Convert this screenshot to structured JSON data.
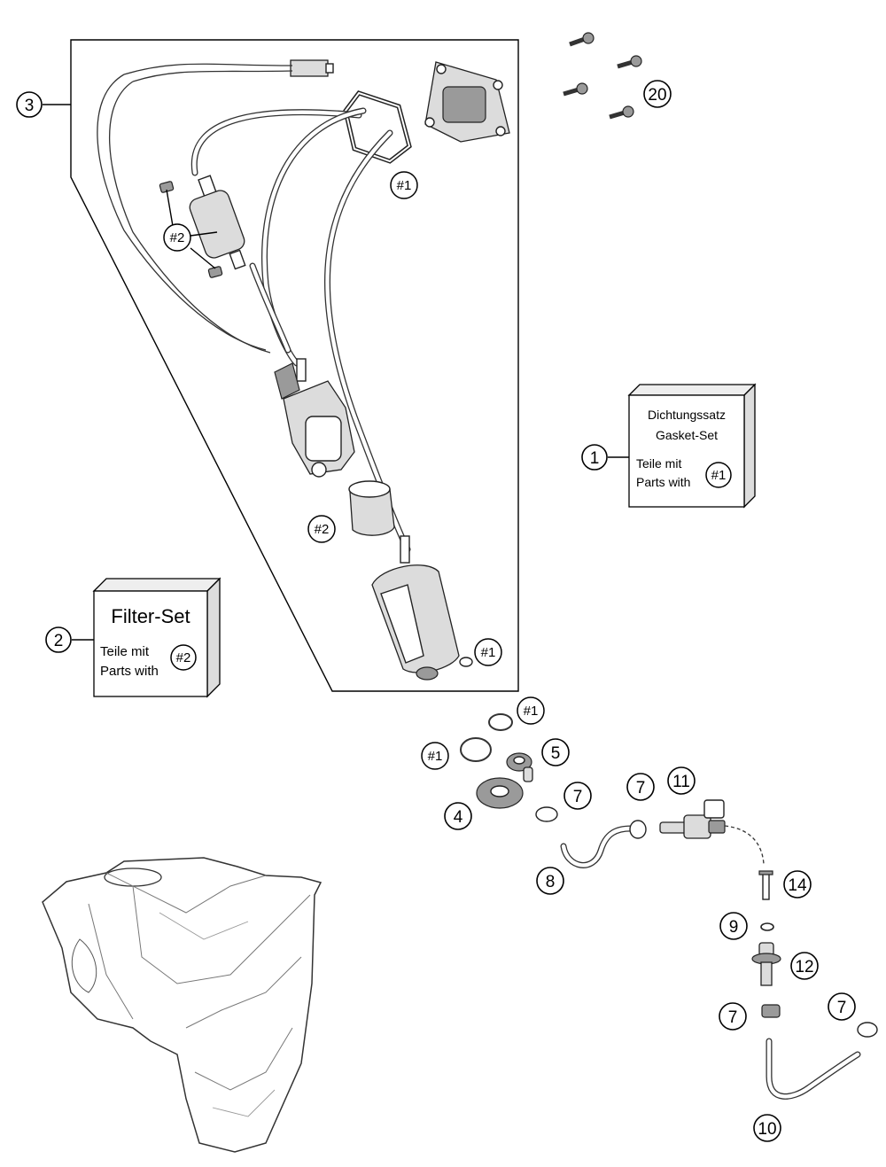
{
  "callouts": {
    "c1": "1",
    "c2": "2",
    "c3": "3",
    "c4": "4",
    "c5": "5",
    "c7": "7",
    "c8": "8",
    "c9": "9",
    "c10": "10",
    "c11": "11",
    "c12": "12",
    "c14": "14",
    "c20": "20",
    "ref1": "#1",
    "ref2": "#2"
  },
  "gasket_set": {
    "title_de": "Dichtungssatz",
    "title_en": "Gasket-Set",
    "parts_de": "Teile mit",
    "parts_en": "Parts with",
    "ref": "#1"
  },
  "filter_set": {
    "title": "Filter-Set",
    "parts_de": "Teile mit",
    "parts_en": "Parts with",
    "ref": "#2"
  }
}
